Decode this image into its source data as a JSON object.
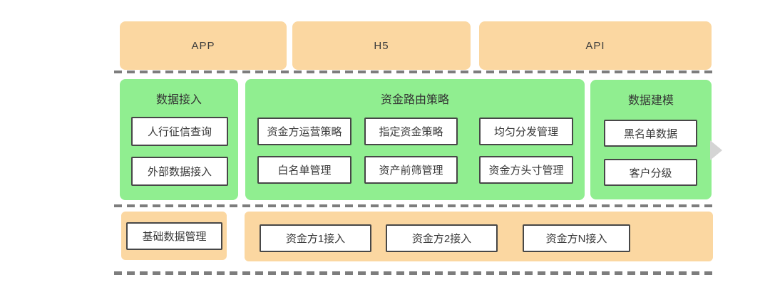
{
  "colors": {
    "green": "#90ee90",
    "orange": "#fbd7a1",
    "dash": "#7d7d7d",
    "node-border": "#474747",
    "text": "#3c3c3c",
    "arrow": "#d4d4d4"
  },
  "top_layer": {
    "boxes": [
      {
        "label": "APP"
      },
      {
        "label": "H5"
      },
      {
        "label": "API"
      }
    ]
  },
  "middle_layer": {
    "groups": [
      {
        "title": "数据接入",
        "items": [
          {
            "label": "人行征信查询"
          },
          {
            "label": "外部数据接入"
          }
        ]
      },
      {
        "title": "资金路由策略",
        "items": [
          {
            "label": "资金方运营策略"
          },
          {
            "label": "指定资金策略"
          },
          {
            "label": "均匀分发管理"
          },
          {
            "label": "白名单管理"
          },
          {
            "label": "资产前筛管理"
          },
          {
            "label": "资金方头寸管理"
          }
        ]
      },
      {
        "title": "数据建模",
        "items": [
          {
            "label": "黑名单数据"
          },
          {
            "label": "客户分级"
          }
        ]
      }
    ]
  },
  "bottom_layer": {
    "groups": [
      {
        "items": [
          {
            "label": "基础数据管理"
          }
        ]
      },
      {
        "items": [
          {
            "label": "资金方1接入"
          },
          {
            "label": "资金方2接入"
          },
          {
            "label": "资金方N接入"
          }
        ]
      }
    ]
  },
  "icons": {
    "arrow_right": "right-pointing-triangle"
  }
}
